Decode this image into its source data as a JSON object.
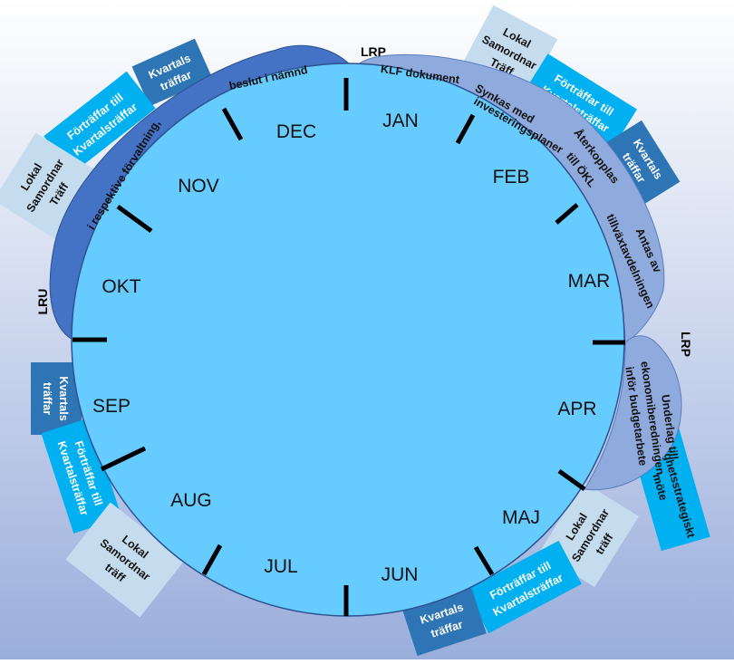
{
  "months": {
    "jan": "JAN",
    "feb": "FEB",
    "mar": "MAR",
    "apr": "APR",
    "maj": "MAJ",
    "jun": "JUN",
    "jul": "JUL",
    "aug": "AUG",
    "sep": "SEP",
    "okt": "OKT",
    "nov": "NOV",
    "dec": "DEC"
  },
  "labels": {
    "lrp_top": "LRP",
    "lrp_right": "LRP",
    "lru_left": "LRU"
  },
  "lru_band": {
    "line1": "beslut i nämnd",
    "line2": "i respektive förvaltning,"
  },
  "lrp_band": {
    "klf": "KLF dokument",
    "synkas_1": "Synkas med",
    "synkas_2": "investeringsplaner",
    "aterkopplas_1": "Återkopplas",
    "aterkopplas_2": "till ÖKL",
    "antas_1": "Antas av",
    "antas_2": "tillväxtavdelningen"
  },
  "lrp_spring_band": {
    "line1": "Underlag till",
    "line2": "ekonomiberedningen",
    "line3": "inför budgetarbete"
  },
  "fastighet_box": {
    "line1": "Fastighetsstrategiskt",
    "line2": "möte"
  },
  "box_text": {
    "lokal_1": "Lokal",
    "lokal_2": "Samordnar",
    "traff_cap": "Träff",
    "traff_low": "träff",
    "fortraffar_1": "Förträffar till",
    "fortraffar_2": "Kvartalsträffar",
    "kvartals_1": "Kvartals",
    "kvartals_2": "träffar"
  },
  "colors": {
    "background_top": "#ffffff",
    "background_bottom": "#9aaedc",
    "wheel_fill": "#66ccff",
    "lru_band": "#4472c4",
    "lrp_band": "#8faadc",
    "box_light": "#c5dcef",
    "box_cyan": "#00b0f0",
    "box_dark": "#2e75b6"
  }
}
